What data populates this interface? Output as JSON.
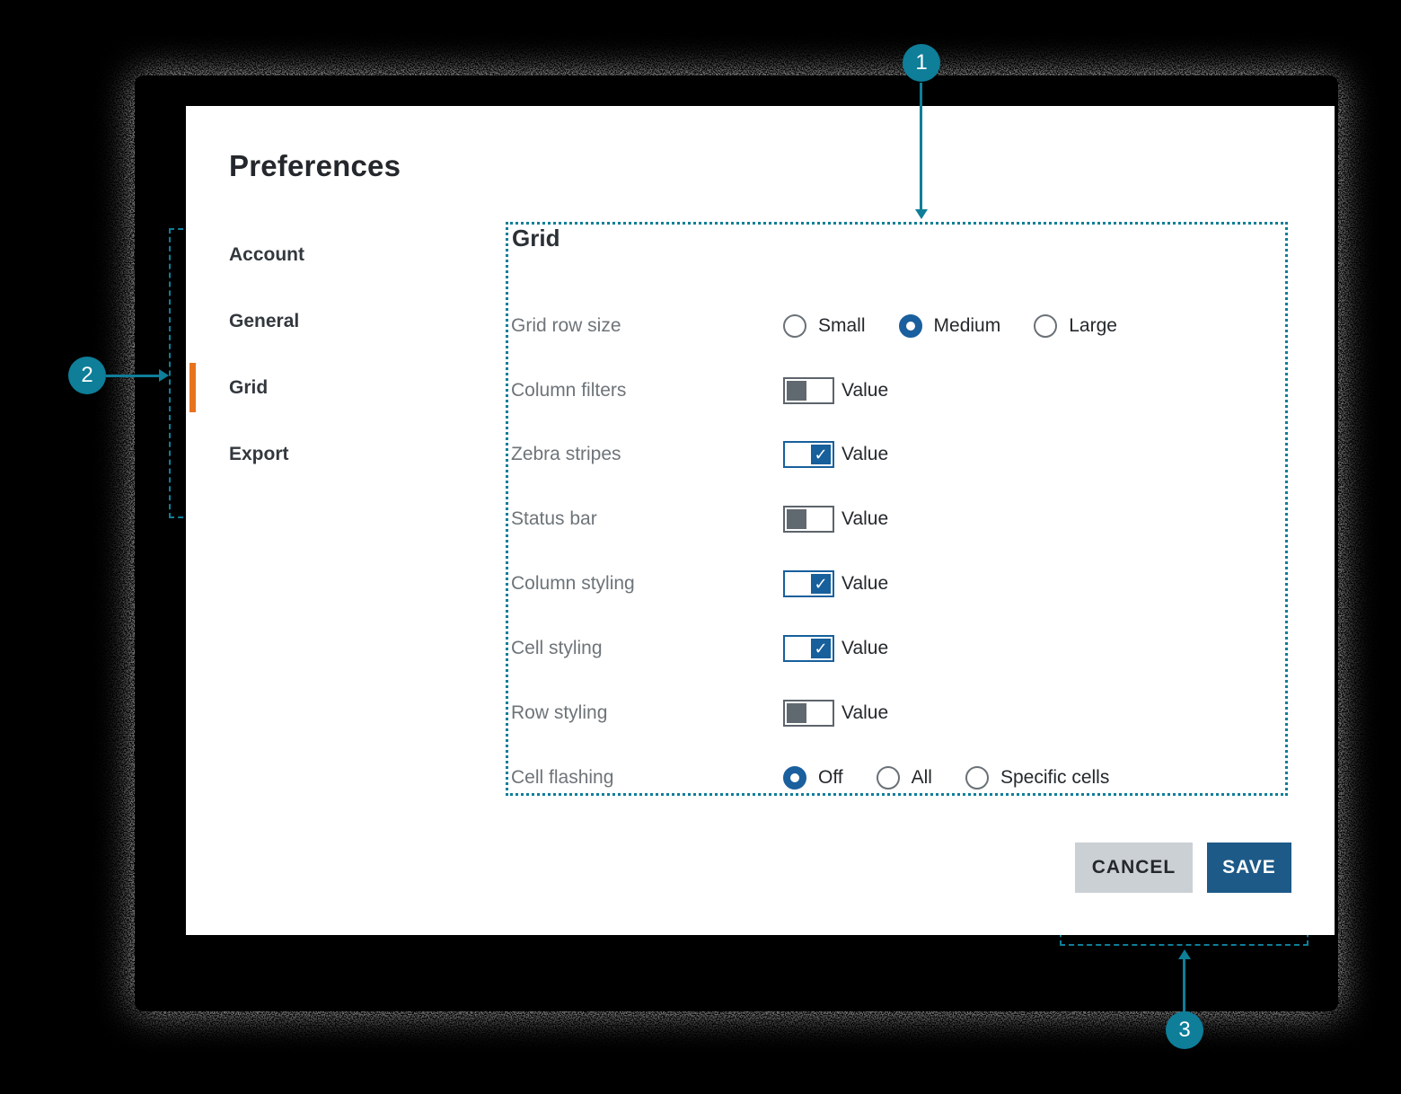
{
  "page": {
    "title": "Preferences"
  },
  "sidebar": {
    "items": [
      {
        "label": "Account",
        "selected": false
      },
      {
        "label": "General",
        "selected": false
      },
      {
        "label": "Grid",
        "selected": true
      },
      {
        "label": "Export",
        "selected": false
      }
    ]
  },
  "panel": {
    "heading": "Grid",
    "rows": [
      {
        "label": "Grid row size",
        "type": "radio-group",
        "options": [
          "Small",
          "Medium",
          "Large"
        ],
        "selected": "Medium"
      },
      {
        "label": "Column filters",
        "type": "toggle",
        "value_label": "Value",
        "checked": false
      },
      {
        "label": "Zebra stripes",
        "type": "toggle",
        "value_label": "Value",
        "checked": true
      },
      {
        "label": "Status bar",
        "type": "toggle",
        "value_label": "Value",
        "checked": false
      },
      {
        "label": "Column styling",
        "type": "toggle",
        "value_label": "Value",
        "checked": true
      },
      {
        "label": "Cell styling",
        "type": "toggle",
        "value_label": "Value",
        "checked": true
      },
      {
        "label": "Row styling",
        "type": "toggle",
        "value_label": "Value",
        "checked": false
      },
      {
        "label": "Cell flashing",
        "type": "radio-group",
        "options": [
          "Off",
          "All",
          "Specific cells"
        ],
        "selected": "Off"
      }
    ]
  },
  "footer": {
    "cancel_label": "CANCEL",
    "save_label": "SAVE"
  },
  "annotations": {
    "callout1": "1",
    "callout2": "2",
    "callout3": "3"
  },
  "icons": {
    "check": "✓"
  },
  "colors": {
    "teal_annotation": "#0e7e99",
    "orange_active": "#e8731f",
    "control_blue": "#1a5f9e",
    "save_blue": "#1d5a88",
    "cancel_gray": "#cbd0d5",
    "background": "#000000",
    "card": "#ffffff"
  }
}
